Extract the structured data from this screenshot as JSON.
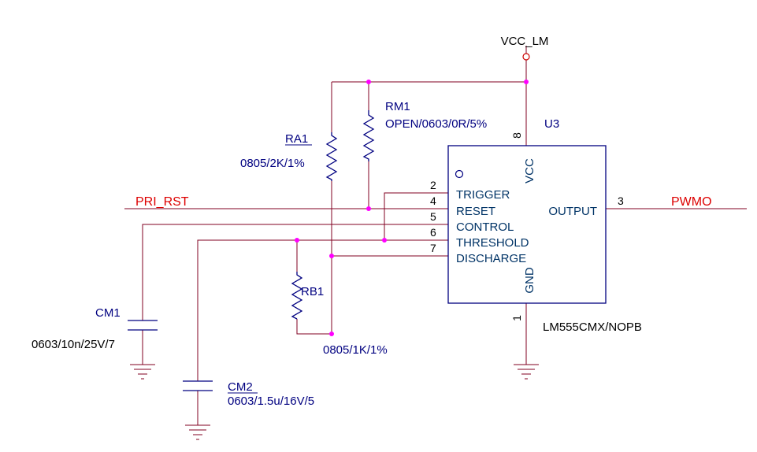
{
  "power": {
    "vcc_label": "VCC_LM"
  },
  "nets": {
    "reset_net": "PRI_RST",
    "output_net": "PWMO"
  },
  "ic": {
    "refdes": "U3",
    "part": "LM555CMX/NOPB",
    "pin_names": {
      "vcc": "VCC",
      "gnd": "GND",
      "trigger": "TRIGGER",
      "reset": "RESET",
      "control": "CONTROL",
      "threshold": "THRESHOLD",
      "discharge": "DISCHARGE",
      "output": "OUTPUT"
    },
    "pin_numbers": {
      "vcc": "8",
      "gnd": "1",
      "trigger": "2",
      "reset": "4",
      "control": "5",
      "threshold": "6",
      "discharge": "7",
      "output": "3"
    }
  },
  "components": {
    "rm1": {
      "ref": "RM1",
      "value": "OPEN/0603/0R/5%"
    },
    "ra1": {
      "ref": "RA1",
      "value": "0805/2K/1%"
    },
    "rb1": {
      "ref": "RB1",
      "value": "0805/1K/1%"
    },
    "cm1": {
      "ref": "CM1",
      "value": "0603/10n/25V/7"
    },
    "cm2": {
      "ref": "CM2",
      "value": "0603/1.5u/16V/5"
    }
  },
  "colors": {
    "wire": "#800020",
    "component": "#000080",
    "net_label": "#dd0000",
    "junction": "#ff00ff"
  }
}
